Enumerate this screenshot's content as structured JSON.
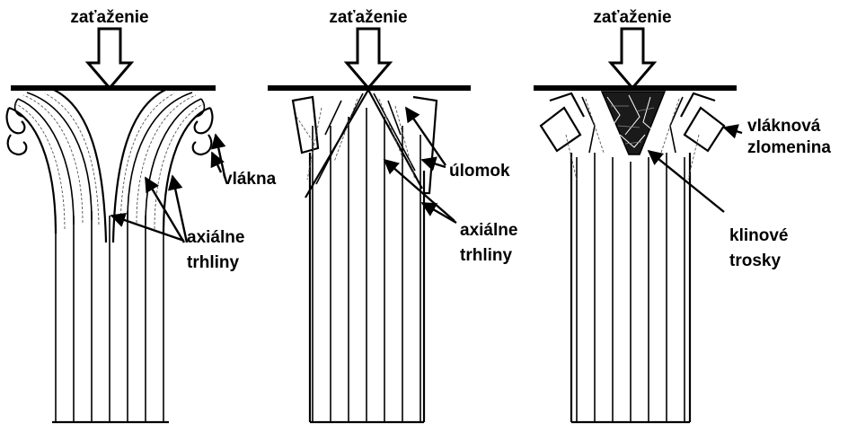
{
  "panels": [
    {
      "load_label": "zaťaženie",
      "labels": [
        "vlákna",
        "axiálne",
        "trhliny"
      ]
    },
    {
      "load_label": "zaťaženie",
      "labels": [
        "úlomok",
        "axiálne",
        "trhliny"
      ]
    },
    {
      "load_label": "zaťaženie",
      "labels": [
        "vláknová",
        "zlomenina",
        "klinové",
        "trosky"
      ]
    }
  ],
  "colors": {
    "ink": "#000000",
    "background": "#ffffff",
    "fiber_gray": "#555555"
  }
}
